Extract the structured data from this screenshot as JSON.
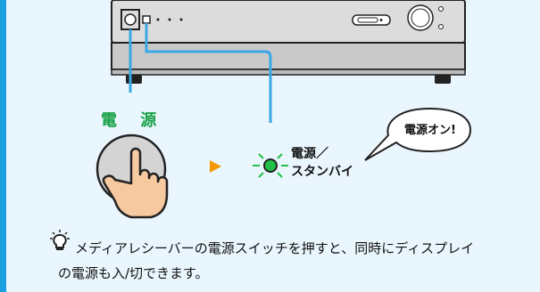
{
  "labels": {
    "power": "電 源",
    "led_line1": "電源／",
    "led_line2": "スタンバイ",
    "bubble": "電源オン!"
  },
  "tip": {
    "icon": "lightbulb-icon",
    "line1": "メディアレシーバーの電源スイッチを押すと、同時にディスプレイ",
    "line2": "の電源も入/切できます。"
  },
  "colors": {
    "frame": "#1a9fe0",
    "background": "#eaf6fd",
    "device": "#c9c9c9",
    "callout_line": "#3aa7e6",
    "label_green": "#1aa24a",
    "led_green": "#22c04a",
    "arrow_orange": "#f39800",
    "hand": "#f7c9a0"
  }
}
